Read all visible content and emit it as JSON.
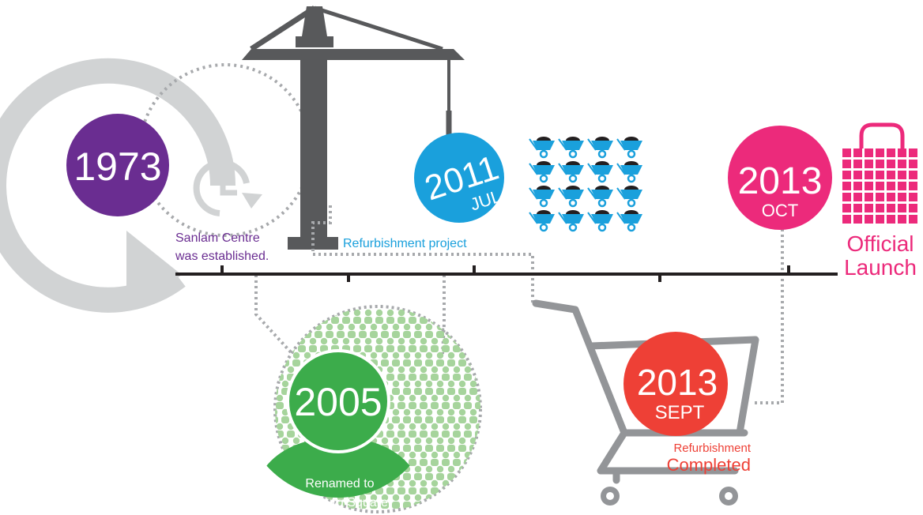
{
  "colors": {
    "purple": "#6a2d91",
    "blue": "#1aa0dc",
    "green": "#3cac4b",
    "light_green": "#a6d49c",
    "red": "#ee4036",
    "pink": "#ec2a7b",
    "crane": "#58595b",
    "arrow_gray": "#d1d3d4",
    "dots_gray": "#a7a9ac",
    "cart_gray": "#939598"
  },
  "milestones": {
    "m1973": {
      "year": "1973",
      "caption_line1": "Sanlam Centre",
      "caption_line2": "was established."
    },
    "m2005": {
      "year": "2005",
      "caption_line1": "Renamed to",
      "caption_line2": "Randburg Square."
    },
    "m2011": {
      "year": "2011",
      "month": "JUL",
      "caption": "Refurbishment project"
    },
    "m2013sept": {
      "year": "2013",
      "month": "SEPT",
      "caption_line1": "Refurbishment",
      "caption_line2": "Completed"
    },
    "m2013oct": {
      "year": "2013",
      "month": "OCT",
      "caption_line1": "Official",
      "caption_line2": "Launch"
    }
  },
  "icons": {
    "loop_arrow": "circular-arrow-icon",
    "clock": "clock-icon",
    "crane": "crane-icon",
    "wheelbarrows": "wheelbarrow-icon",
    "crowd": "people-icon",
    "person": "person-icon",
    "cart": "shopping-cart-icon",
    "bag": "shopping-bag-icon"
  }
}
